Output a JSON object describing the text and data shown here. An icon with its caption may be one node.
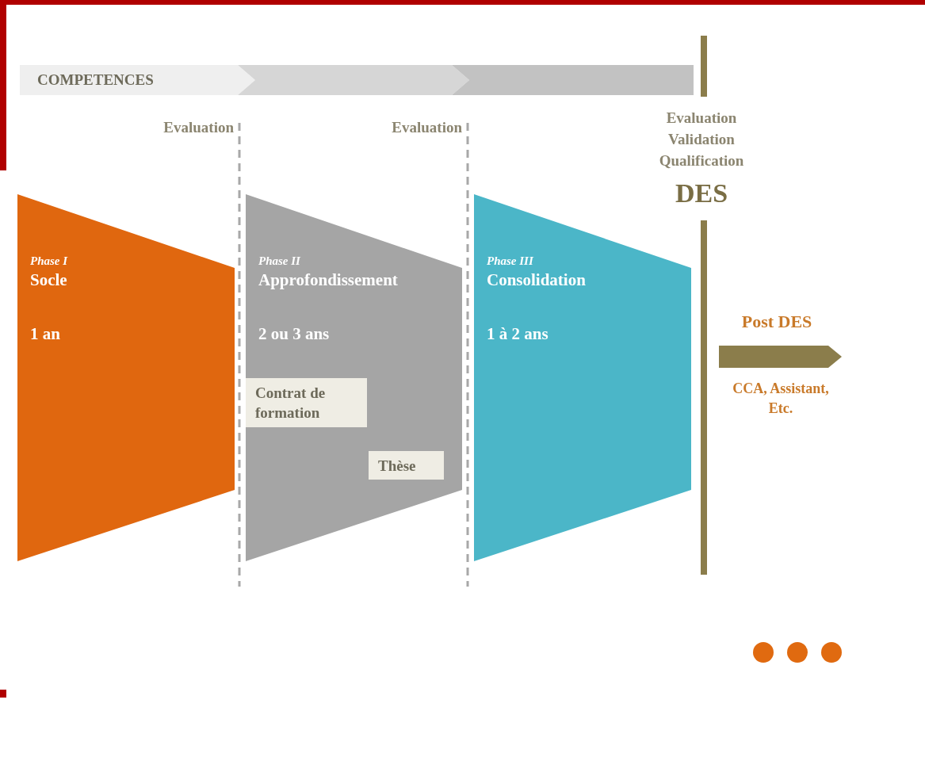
{
  "diagram": {
    "nodes": [
      {
        "text": [
          "COMPETENCES"
        ]
      },
      {
        "text": [
          "Phase I",
          "Socle",
          "1 an"
        ]
      },
      {
        "text": [
          "Phase II",
          "Approfondissement",
          "2 ou 3 ans"
        ]
      },
      {
        "text": [
          "Contrat de formation"
        ],
        "in": 2
      },
      {
        "text": [
          "Thèse"
        ],
        "in": 2
      },
      {
        "text": [
          "Phase III",
          "Consolidation",
          "1 à 2 ans"
        ]
      }
    ],
    "edges": [],
    "labels": [
      "Evaluation",
      "Evaluation",
      "Evaluation Validation Qualification",
      "DES",
      "Post DES",
      "CCA, Assistant, Etc."
    ]
  }
}
